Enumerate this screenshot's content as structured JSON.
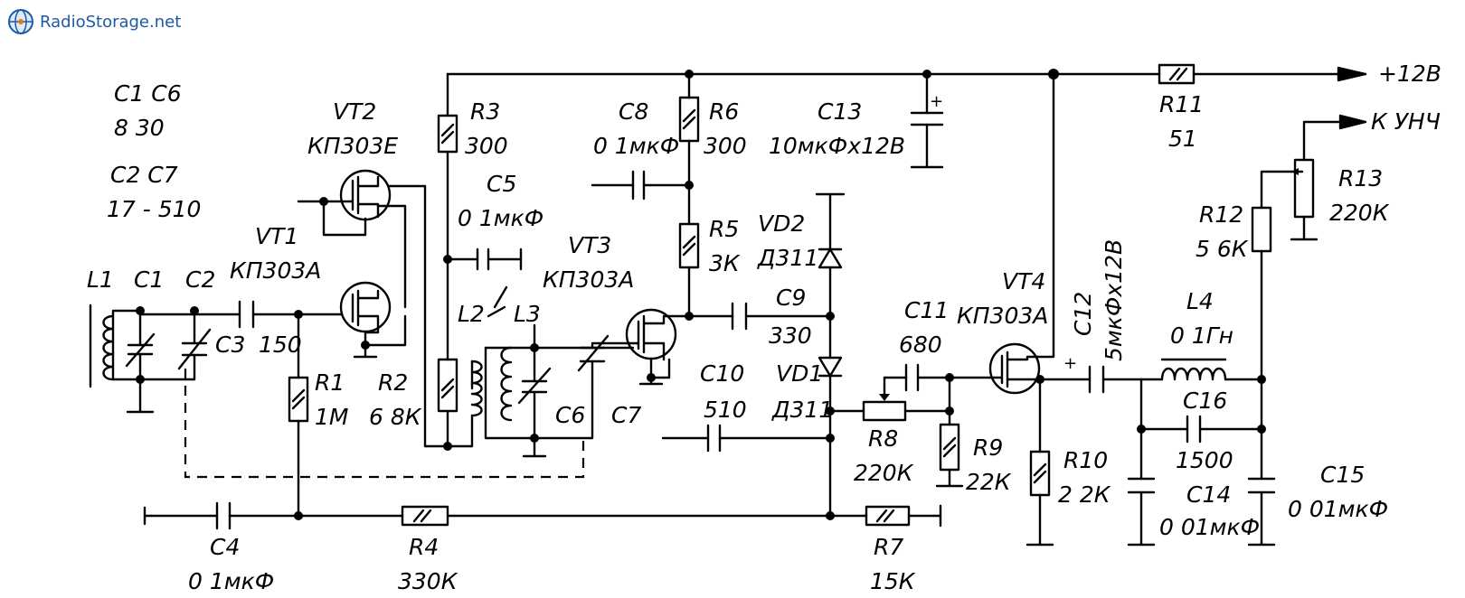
{
  "watermark": {
    "text": "RadioStorage.net",
    "brand_color": "#1c5aa6"
  },
  "labels": {
    "c1c6": "C1 C6",
    "c1c6_vals": "8   30",
    "c2c7": "C2 C7",
    "c2c7_vals": "17 - 510",
    "vt2": "VT2",
    "vt2_type": "КП303Е",
    "vt1": "VT1",
    "vt1_type": "КП303А",
    "vt3": "VT3",
    "vt3_type": "КП303А",
    "vt4": "VT4",
    "vt4_type": "КП303А",
    "r3": "R3",
    "r3_val": "300",
    "c8": "C8",
    "c8_val": "0 1мкФ",
    "r6": "R6",
    "r6_val": "300",
    "c13": "C13",
    "c13_val": "10мкФх12В",
    "r11": "R11",
    "r11_val": "51",
    "plus12": "+12В",
    "to_unch": "К УНЧ",
    "r13": "R13",
    "r13_val": "220К",
    "r12": "R12",
    "r12_val": "5 6К",
    "c5": "C5",
    "c5_val": "0 1мкФ",
    "r5": "R5",
    "r5_val": "3К",
    "vd2": "VD2",
    "vd2_type": "Д311",
    "l1": "L1",
    "c1": "C1",
    "c2": "C2",
    "c3": "C3",
    "c3_val": "150",
    "r1": "R1",
    "r1_val": "1М",
    "r2": "R2",
    "r2_val": "6 8К",
    "l2": "L2",
    "l3": "L3",
    "c6": "C6",
    "c7": "C7",
    "c9": "C9",
    "c9_val": "330",
    "c10": "C10",
    "c10_val": "510",
    "vd1": "VD1",
    "vd1_type": "Д311",
    "c11": "C11",
    "c11_val": "680",
    "c12": "C12",
    "c12_val": "5мкФх12В",
    "l4": "L4",
    "l4_val": "0 1Гн",
    "c16": "C16",
    "c16_val": "1500",
    "c14": "C14",
    "c14_val": "0 01мкФ",
    "c15": "C15",
    "c15_val": "0 01мкФ",
    "r8": "R8",
    "r8_val": "220К",
    "r9": "R9",
    "r9_val": "22К",
    "r10": "R10",
    "r10_val": "2 2К",
    "c4": "C4",
    "c4_val": "0 1мкФ",
    "r4": "R4",
    "r4_val": "330К",
    "r7": "R7",
    "r7_val": "15К",
    "plus_sign": "+"
  }
}
